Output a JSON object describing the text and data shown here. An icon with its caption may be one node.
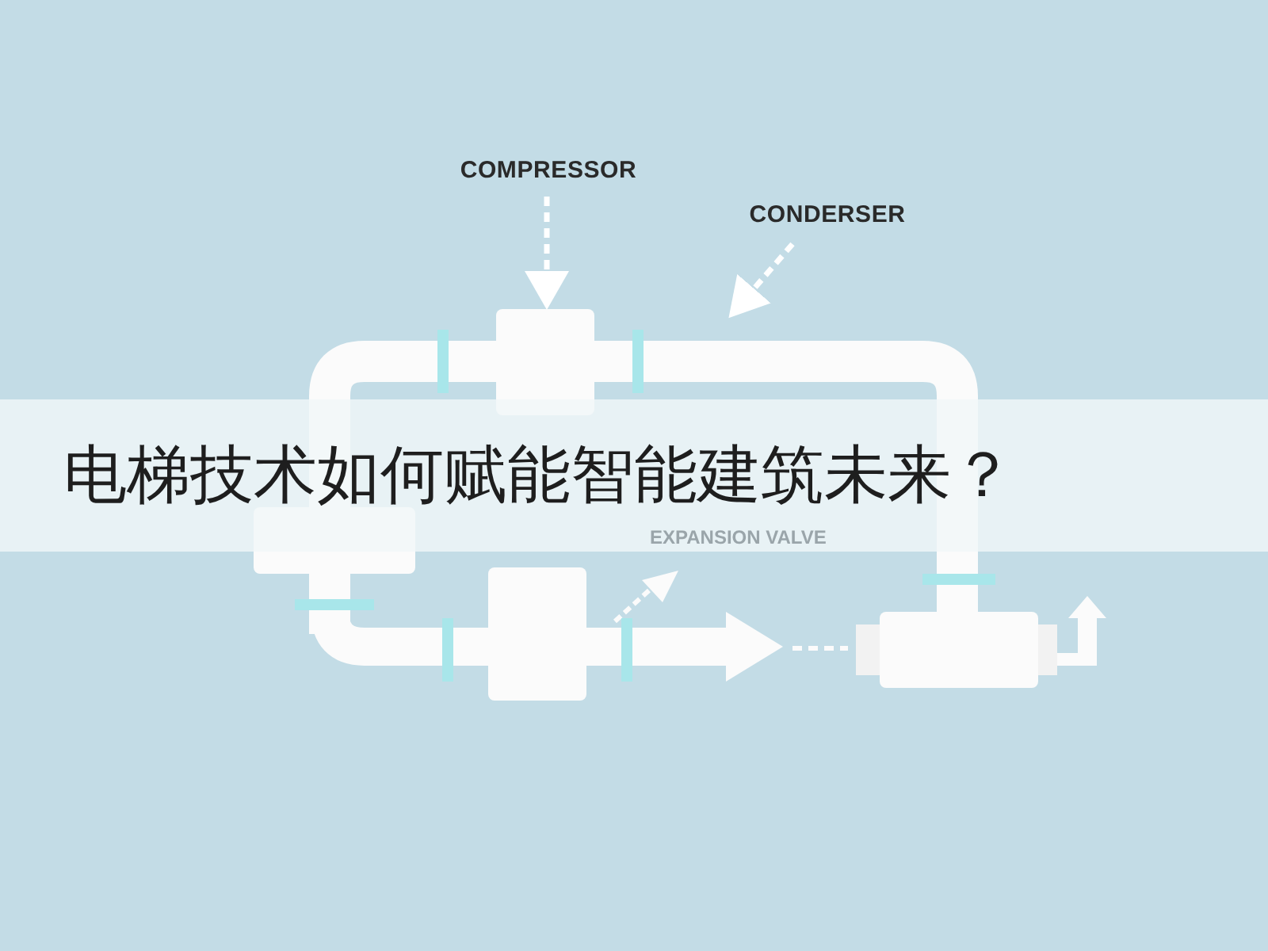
{
  "diagram": {
    "title": "电梯技术如何赋能智能建筑未来？",
    "nodes": [
      {
        "text": [
          "COMPRESSOR"
        ]
      },
      {
        "text": [],
        "shape": "box"
      },
      {
        "text": [
          "CONDERSER"
        ]
      }
    ],
    "edges": [
      {
        "from": 0,
        "to": 1,
        "arrow": "to",
        "style": "dashed"
      },
      {
        "from": 2,
        "to": null,
        "arrow": "to",
        "style": "dashed"
      }
    ],
    "labels": [
      "EXPANSION VALVE"
    ]
  }
}
